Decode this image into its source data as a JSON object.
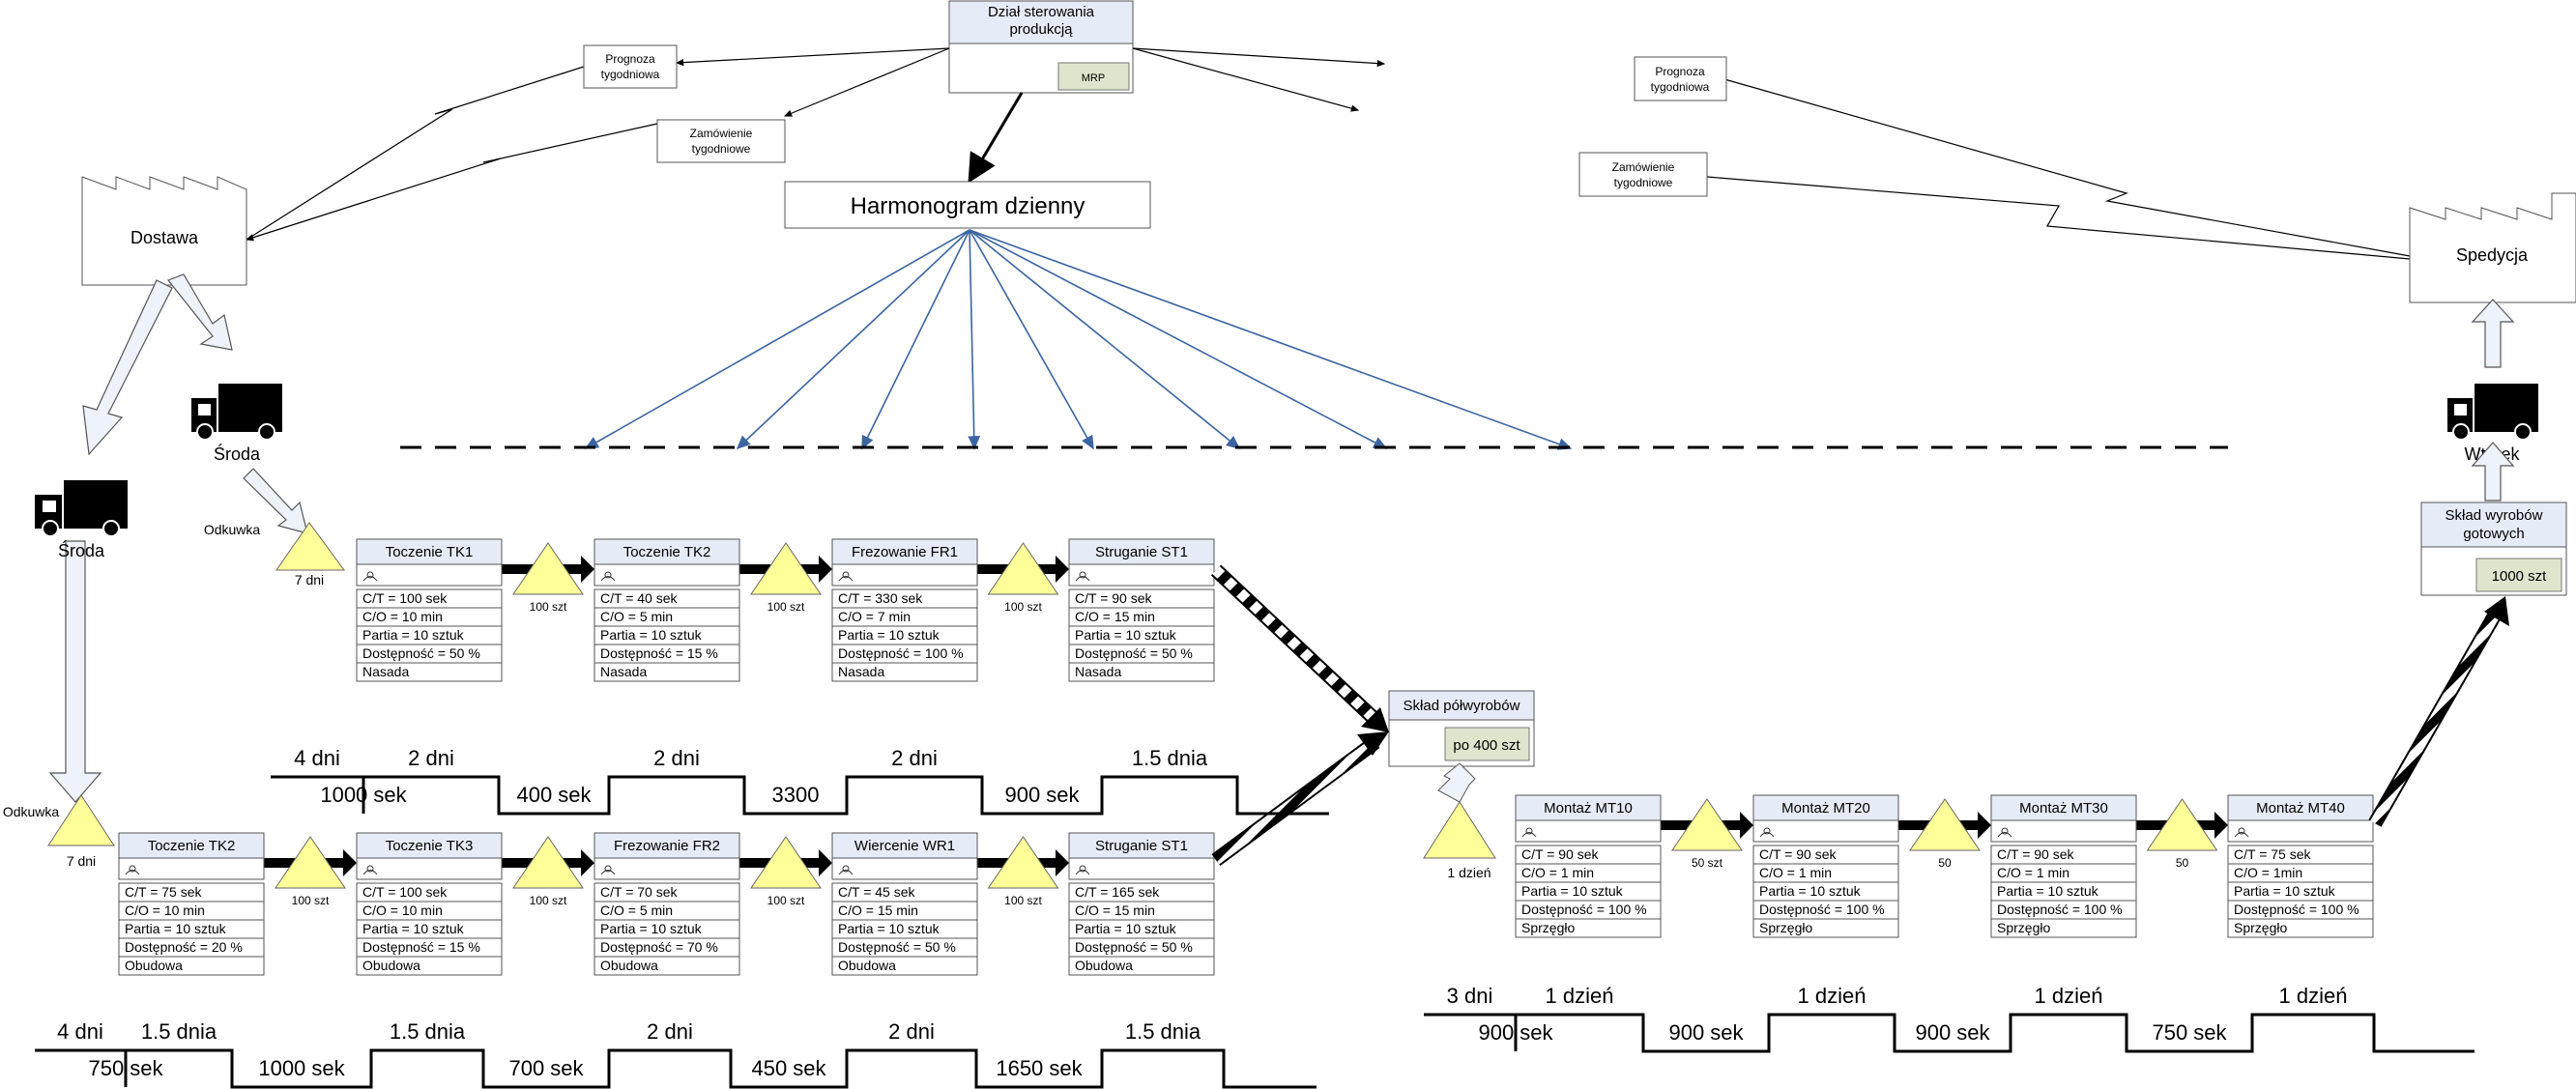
{
  "control": {
    "line1": "Dział sterowania",
    "line2": "produkcją",
    "mrp": "MRP"
  },
  "schedule": "Harmonogram dzienny",
  "supplier": "Dostawa",
  "customer": "Spedycja",
  "info": {
    "left_forecast": [
      "Prognoza",
      "tygodniowa"
    ],
    "left_order": [
      "Zamówienie",
      "tygodniowe"
    ],
    "right_forecast": [
      "Prognoza",
      "tygodniowa"
    ],
    "right_order": [
      "Zamówienie",
      "tygodniowe"
    ]
  },
  "trucks": {
    "truck1": "Środa",
    "truck2": "Środa",
    "truck3": "Wtorek"
  },
  "odkuwka_label": "Odkuwka",
  "inv_top_start": "7 dni",
  "inv_bottom_start": "7 dni",
  "inv_assembly_start": "1 dzień",
  "process_top": [
    {
      "title": "Toczenie TK1",
      "rows": [
        "C/T = 100 sek",
        "C/O = 10 min",
        "Partia = 10 sztuk",
        "Dostępność = 50 %",
        "Nasada"
      ]
    },
    {
      "title": "Toczenie TK2",
      "rows": [
        "C/T = 40 sek",
        "C/O = 5 min",
        "Partia = 10 sztuk",
        "Dostępność = 15 %",
        "Nasada"
      ]
    },
    {
      "title": "Frezowanie FR1",
      "rows": [
        "C/T = 330 sek",
        "C/O = 7 min",
        "Partia = 10 sztuk",
        "Dostępność = 100 %",
        "Nasada"
      ]
    },
    {
      "title": "Struganie ST1",
      "rows": [
        "C/T = 90 sek",
        "C/O = 15 min",
        "Partia = 10 sztuk",
        "Dostępność = 50 %",
        "Nasada"
      ]
    }
  ],
  "process_bottom": [
    {
      "title": "Toczenie TK2",
      "rows": [
        "C/T = 75 sek",
        "C/O = 10 min",
        "Partia = 10 sztuk",
        "Dostępność = 20 %",
        "Obudowa"
      ]
    },
    {
      "title": "Toczenie TK3",
      "rows": [
        "C/T = 100 sek",
        "C/O = 10 min",
        "Partia = 10 sztuk",
        "Dostępność = 15 %",
        "Obudowa"
      ]
    },
    {
      "title": "Frezowanie FR2",
      "rows": [
        "C/T = 70 sek",
        "C/O = 5 min",
        "Partia = 10 sztuk",
        "Dostępność = 70 %",
        "Obudowa"
      ]
    },
    {
      "title": "Wiercenie WR1",
      "rows": [
        "C/T = 45 sek",
        "C/O = 15 min",
        "Partia = 10 sztuk",
        "Dostępność = 50 %",
        "Obudowa"
      ]
    },
    {
      "title": "Struganie ST1",
      "rows": [
        "C/T = 165 sek",
        "C/O = 15 min",
        "Partia = 10 sztuk",
        "Dostępność = 50 %",
        "Obudowa"
      ]
    }
  ],
  "process_assembly": [
    {
      "title": "Montaż MT10",
      "rows": [
        "C/T = 90 sek",
        "C/O = 1 min",
        "Partia = 10 sztuk",
        "Dostępność = 100 %",
        "Sprzęgło"
      ]
    },
    {
      "title": "Montaż MT20",
      "rows": [
        "C/T = 90 sek",
        "C/O = 1 min",
        "Partia = 10 sztuk",
        "Dostępność = 100 %",
        "Sprzęgło"
      ]
    },
    {
      "title": "Montaż MT30",
      "rows": [
        "C/T = 90 sek",
        "C/O = 1 min",
        "Partia = 10 sztuk",
        "Dostępność = 100 %",
        "Sprzęgło"
      ]
    },
    {
      "title": "Montaż MT40",
      "rows": [
        "C/T = 75 sek",
        "C/O = 1min",
        "Partia = 10 sztuk",
        "Dostępność = 100 %",
        "Sprzęgło"
      ]
    }
  ],
  "inv_top": [
    "100 szt",
    "100 szt",
    "100 szt"
  ],
  "inv_bottom": [
    "100 szt",
    "100 szt",
    "100 szt",
    "100 szt"
  ],
  "inv_assembly": [
    "50 szt",
    "50",
    "50"
  ],
  "wip": {
    "title": "Skład półwyrobów",
    "qty": "po 400 szt"
  },
  "fg": {
    "line1": "Skład wyrobów",
    "line2": "gotowych",
    "qty": "1000 szt"
  },
  "timeline_top": {
    "days": [
      "4 dni",
      "2 dni",
      "2 dni",
      "2 dni",
      "1.5 dnia"
    ],
    "times": [
      "1000 sek",
      "400 sek",
      "3300",
      "900 sek"
    ]
  },
  "timeline_bottom": {
    "days": [
      "4 dni",
      "1.5 dnia",
      "1.5 dnia",
      "2 dni",
      "2 dni",
      "1.5 dnia"
    ],
    "times": [
      "750 sek",
      "1000 sek",
      "700 sek",
      "450 sek",
      "1650 sek"
    ]
  },
  "timeline_assembly": {
    "days": [
      "3 dni",
      "1 dzień",
      "1 dzień",
      "1 dzień",
      "1 dzień"
    ],
    "times": [
      "900 sek",
      "900 sek",
      "900 sek",
      "750 sek"
    ]
  }
}
